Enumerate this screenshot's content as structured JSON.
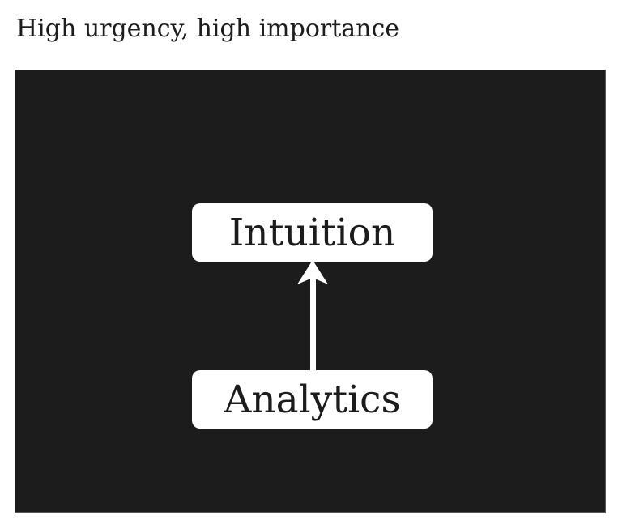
{
  "title": "High urgency, high importance",
  "diagram": {
    "nodes": {
      "top": "Intuition",
      "bottom": "Analytics"
    },
    "edge": {
      "from": "Analytics",
      "to": "Intuition",
      "direction": "up"
    },
    "colors": {
      "panel_background": "#1c1c1c",
      "node_fill": "#ffffff",
      "arrow": "#ffffff",
      "text": "#1c1c1c"
    }
  }
}
